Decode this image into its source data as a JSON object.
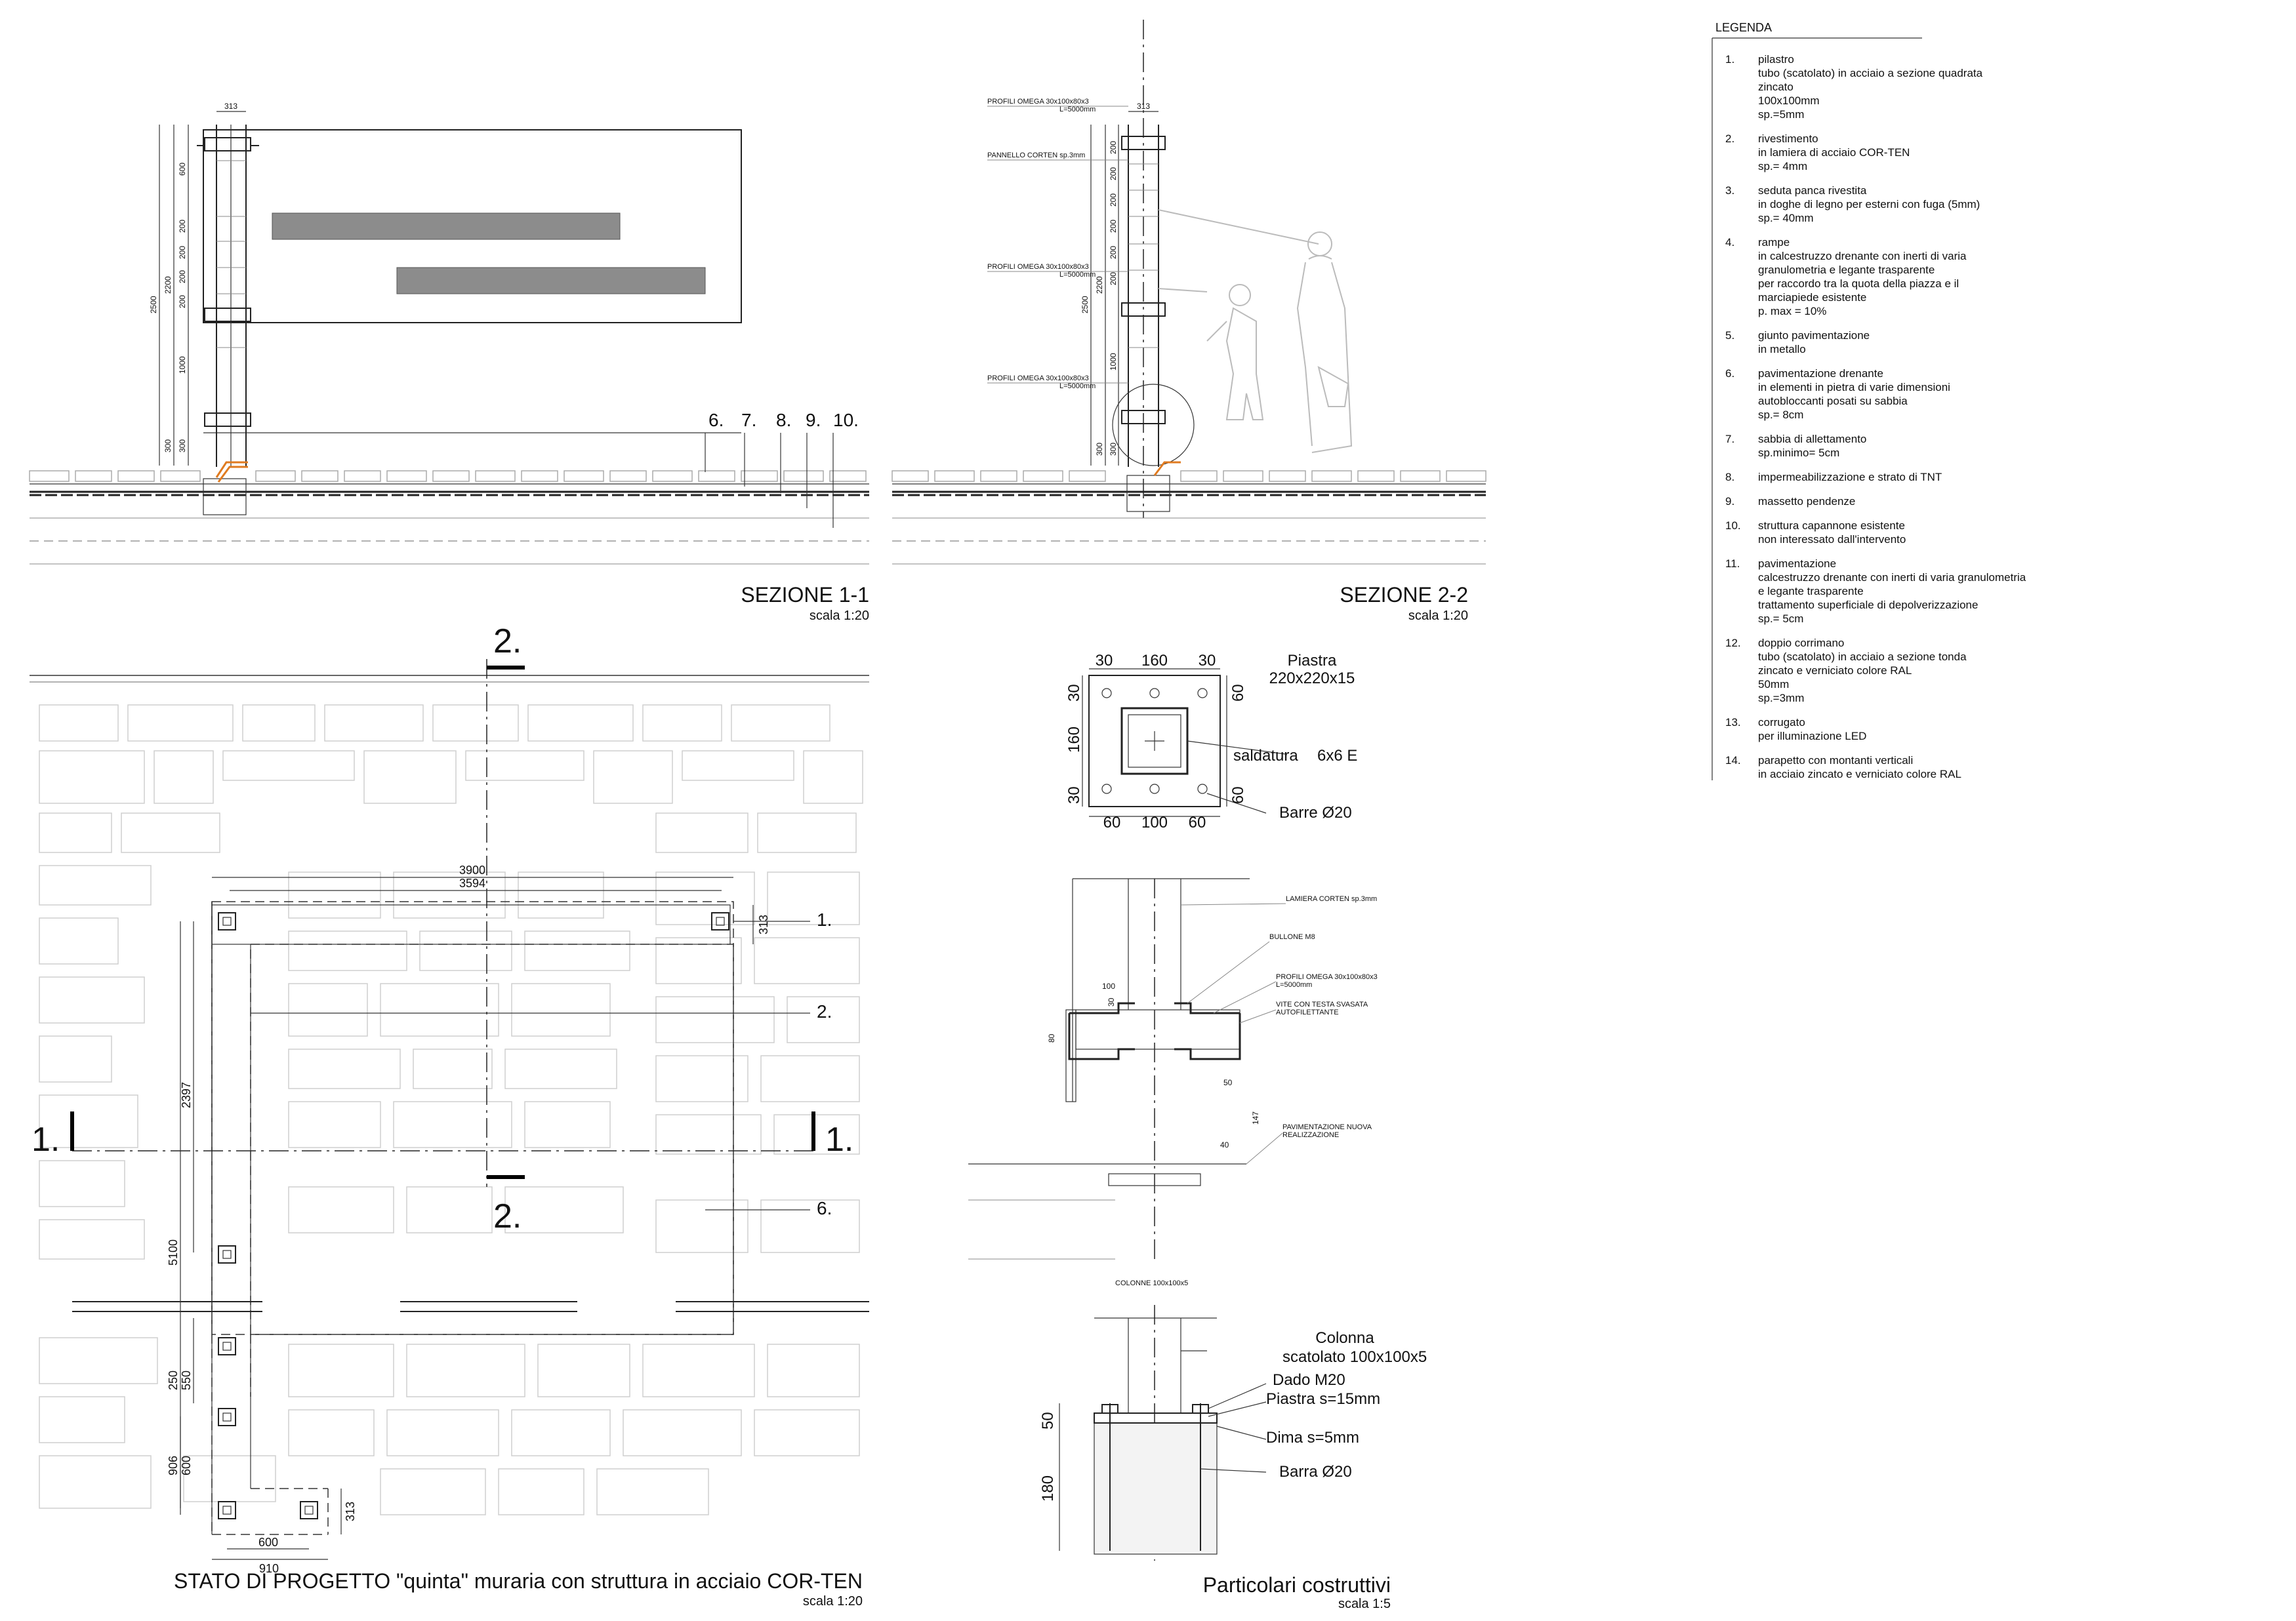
{
  "sections": {
    "s11": {
      "title": "SEZIONE 1-1",
      "scale": "scala 1:20",
      "dims_v": [
        "600",
        "200",
        "200",
        "200",
        "200",
        "1000",
        "300",
        "300",
        "2500",
        "2200"
      ],
      "dim_top": "313",
      "callouts": [
        "6.",
        "7.",
        "8.",
        "9.",
        "10."
      ]
    },
    "s22": {
      "title": "SEZIONE 2-2",
      "scale": "scala 1:20",
      "dim_top": "313",
      "dims_v": [
        "200",
        "200",
        "200",
        "200",
        "200",
        "200",
        "1000",
        "300",
        "300",
        "2500",
        "2200"
      ],
      "labels": [
        "PROFILI OMEGA 30x100x80x3",
        "L=5000mm",
        "PANNELLO CORTEN sp.3mm",
        "PROFILI OMEGA 30x100x80x3",
        "L=5000mm",
        "PROFILI OMEGA 30x100x80x3",
        "L=5000mm"
      ]
    }
  },
  "plan": {
    "title": "STATO DI PROGETTO \"quinta\" muraria con struttura in acciaio COR-TEN",
    "scale": "scala 1:20",
    "marks": {
      "sec2_top": "2.",
      "sec2_bot": "2.",
      "sec1_left": "1.",
      "sec1_right": "1."
    },
    "dims": {
      "w1": "3900",
      "w2": "3594",
      "d313a": "313",
      "h2397": "2397",
      "h5100": "5100",
      "h250": "250",
      "h550": "550",
      "h906": "906",
      "h600": "600",
      "d313b": "313",
      "w600": "600",
      "w910": "910"
    },
    "callouts": [
      "1.",
      "2.",
      "6."
    ]
  },
  "plate": {
    "title1": "Piastra",
    "title2": "220x220x15",
    "top": [
      "30",
      "160",
      "30"
    ],
    "bottom": [
      "60",
      "100",
      "60"
    ],
    "left": [
      "30",
      "160",
      "30"
    ],
    "right": [
      "60",
      "60"
    ],
    "weld": "saldatura",
    "weldSpec": "6x6 E",
    "bars": "Barre Ø20"
  },
  "detail": {
    "labels": [
      "LAMIERA CORTEN sp.3mm",
      "BULLONE M8",
      "PROFILI OMEGA 30x100x80x3",
      "L=5000mm",
      "VITE CON TESTA SVASATA",
      "AUTOFILETTANTE",
      "PAVIMENTAZIONE NUOVA",
      "REALIZZAZIONE"
    ],
    "dims": [
      "100",
      "30",
      "80",
      "50",
      "147",
      "40"
    ]
  },
  "column": {
    "top": "COLONNE 100x100x5",
    "labels": [
      "Colonna",
      "scatolato 100x100x5",
      "Dado M20",
      "Piastra s=15mm",
      "Dima s=5mm",
      "Barra Ø20"
    ],
    "dims": [
      "50",
      "180"
    ]
  },
  "particolari": {
    "title": "Particolari costruttivi",
    "scale": "scala 1:5"
  },
  "legend": {
    "heading": "LEGENDA",
    "items": [
      {
        "n": "1.",
        "lines": [
          "pilastro",
          "tubo (scatolato) in acciaio a sezione quadrata",
          "zincato",
          "100x100mm",
          "sp.=5mm"
        ]
      },
      {
        "n": "2.",
        "lines": [
          "rivestimento",
          "in lamiera di acciaio COR-TEN",
          "sp.= 4mm"
        ]
      },
      {
        "n": "3.",
        "lines": [
          "seduta panca  rivestita",
          "in doghe di legno per esterni con fuga (5mm)",
          "sp.= 40mm"
        ]
      },
      {
        "n": "4.",
        "lines": [
          "rampe",
          "in calcestruzzo drenante con inerti di varia",
          "granulometria e legante trasparente",
          "per raccordo tra la quota della piazza e il",
          "marciapiede esistente",
          "p. max = 10%"
        ]
      },
      {
        "n": "5.",
        "lines": [
          "giunto pavimentazione",
          "in metallo"
        ]
      },
      {
        "n": "6.",
        "lines": [
          "pavimentazione drenante",
          "in elementi in pietra di varie dimensioni",
          "autobloccanti posati su sabbia",
          "sp.= 8cm"
        ]
      },
      {
        "n": "7.",
        "lines": [
          "sabbia di allettamento",
          "sp.minimo= 5cm"
        ]
      },
      {
        "n": "8.",
        "lines": [
          "impermeabilizzazione e strato di TNT"
        ]
      },
      {
        "n": "9.",
        "lines": [
          "massetto pendenze"
        ]
      },
      {
        "n": "10.",
        "lines": [
          "struttura capannone esistente",
          "non interessato dall'intervento"
        ]
      },
      {
        "n": "11.",
        "lines": [
          "pavimentazione",
          "calcestruzzo drenante con inerti di varia granulometria",
          "e legante trasparente",
          "trattamento superficiale di depolverizzazione",
          "sp.= 5cm"
        ]
      },
      {
        "n": "12.",
        "lines": [
          "doppio corrimano",
          "tubo (scatolato) in acciaio a sezione tonda",
          "zincato e verniciato colore RAL",
          "50mm",
          "sp.=3mm"
        ]
      },
      {
        "n": "13.",
        "lines": [
          "corrugato",
          "per illuminazione LED"
        ]
      },
      {
        "n": "14.",
        "lines": [
          "parapetto con montanti verticali",
          "in acciaio zincato e verniciato colore RAL"
        ]
      }
    ]
  }
}
